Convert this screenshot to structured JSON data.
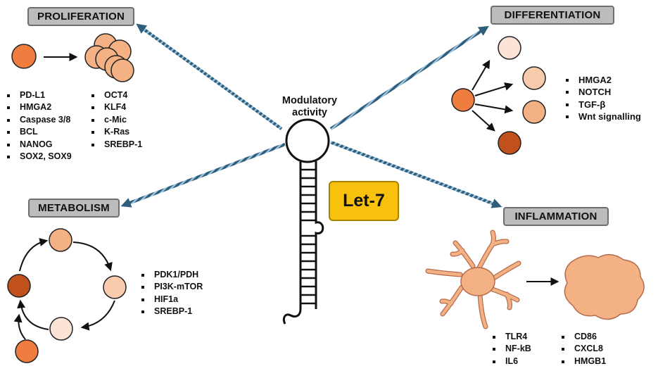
{
  "center": {
    "title_line1": "Modulatory",
    "title_line2": "activity",
    "mirna_label": "Let-7"
  },
  "proliferation": {
    "label": "PROLIFERATION",
    "genes_left": [
      "PD-L1",
      "HMGA2",
      "Caspase 3/8",
      "BCL",
      "NANOG",
      "SOX2, SOX9"
    ],
    "genes_right": [
      "OCT4",
      "KLF4",
      "c-Mic",
      "K-Ras",
      "SREBP-1"
    ]
  },
  "differentiation": {
    "label": "DIFFERENTIATION",
    "genes": [
      "HMGA2",
      "NOTCH",
      "TGF-β",
      "Wnt signalling"
    ]
  },
  "metabolism": {
    "label": "METABOLISM",
    "genes": [
      "PDK1/PDH",
      "PI3K-mTOR",
      "HIF1a",
      "SREBP-1"
    ]
  },
  "inflammation": {
    "label": "INFLAMMATION",
    "genes_left": [
      "TLR4",
      "NF-kB",
      "IL6"
    ],
    "genes_right": [
      "CD86",
      "CXCL8",
      "HMGB1"
    ]
  },
  "colors": {
    "cell_orange": "#ee7d3f",
    "cell_light": "#f4b183",
    "cell_pale": "#fbe3d6",
    "cell_dark": "#c0501c",
    "label_bg": "#bcbcbc",
    "let7_bg": "#f7c10d",
    "arrow_blue": "#2f5e7d"
  }
}
